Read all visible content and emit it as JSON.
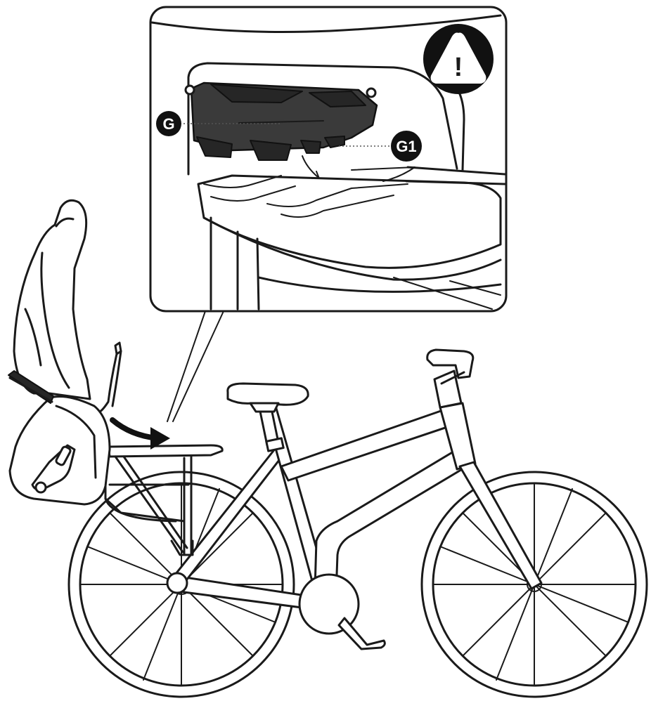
{
  "diagram": {
    "callouts": [
      {
        "id": "G",
        "label": "G"
      },
      {
        "id": "G1",
        "label": "G1"
      }
    ],
    "warning": {
      "icon": "warning-triangle-icon",
      "symbol": "!"
    },
    "colors": {
      "line": "#1a1a1a",
      "part_dark": "#3a3a3a",
      "callout_fill": "#111111",
      "background": "#ffffff"
    }
  }
}
